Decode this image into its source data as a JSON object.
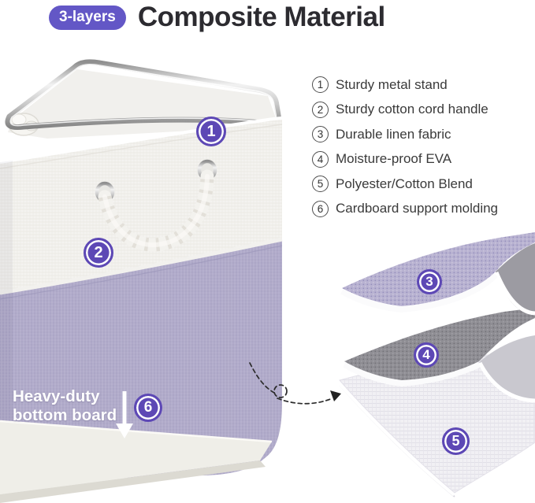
{
  "header": {
    "badge_label": "3-layers",
    "title": "Composite Material"
  },
  "features": {
    "items": [
      {
        "num": "1",
        "text": "Sturdy metal stand"
      },
      {
        "num": "2",
        "text": "Sturdy cotton cord handle"
      },
      {
        "num": "3",
        "text": "Durable linen fabric"
      },
      {
        "num": "4",
        "text": "Moisture-proof EVA"
      },
      {
        "num": "5",
        "text": "Polyester/Cotton Blend"
      },
      {
        "num": "6",
        "text": "Cardboard support molding"
      }
    ]
  },
  "callouts": {
    "metal_stand": "1",
    "cord_handle": "2",
    "linen_fabric": "3",
    "eva_layer": "4",
    "blend_layer": "5",
    "bottom_board": "6"
  },
  "caption": {
    "line1": "Heavy-duty",
    "line2": "bottom board"
  },
  "colors": {
    "accent_purple": "#5d48b5",
    "badge_purple": "#6357c6",
    "title_dark": "#2c2b30",
    "basket_lavender": "#b0aac9",
    "layer_linen_lavender": "#b8b2d1",
    "layer_eva_gray": "#8f8e94",
    "layer_blend_white": "#f1f0f4"
  }
}
